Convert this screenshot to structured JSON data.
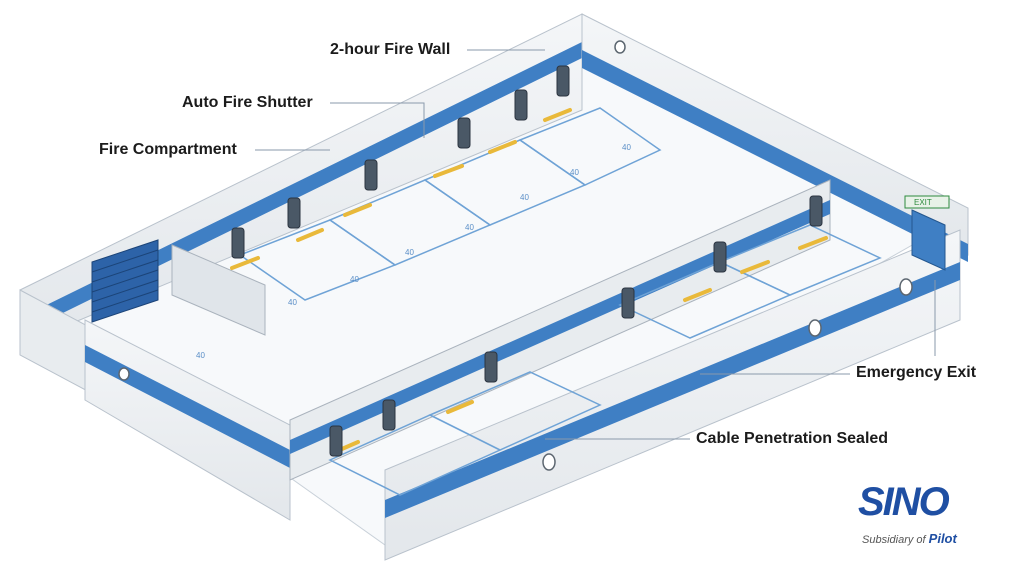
{
  "callouts": {
    "fire_wall": "2-hour Fire Wall",
    "fire_shutter": "Auto Fire Shutter",
    "fire_compartment": "Fire Compartment",
    "emergency_exit": "Emergency Exit",
    "cable_penetration": "Cable Penetration Sealed"
  },
  "bay_marking": "40",
  "exit_sign": "EXIT",
  "logo": {
    "brand": "SINO",
    "tagline": "Subsidiary of",
    "parent": "Pilot"
  },
  "colors": {
    "wall_stripe": "#3f7fc4",
    "wall": "#eef1f4",
    "floor": "#f7f9fb",
    "bay_lines": "#6fa3d6",
    "wheel_stop": "#e9b93a",
    "shutter": "#2d63a8",
    "logo_blue": "#1f4fa3"
  }
}
